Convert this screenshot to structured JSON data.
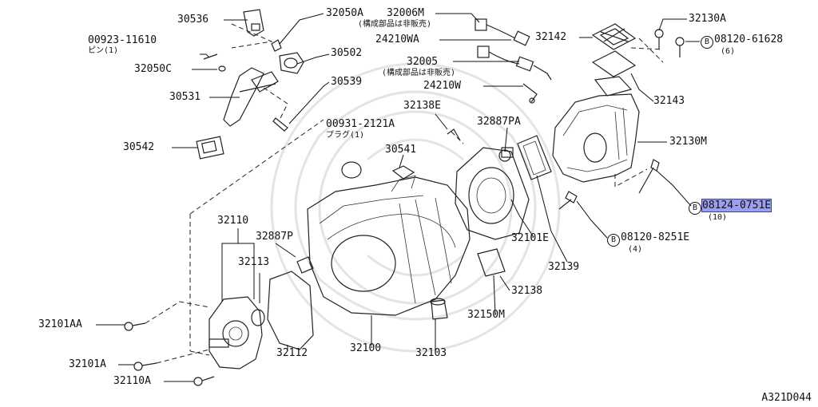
{
  "labels": {
    "p30536": "30536",
    "p32050A": "32050A",
    "p32006M": "32006M",
    "p32006M_note": "(構成部品は非販売)",
    "p00923_11610": "00923-11610",
    "p00923_11610_sub": "ピン(1)",
    "p24210WA": "24210WA",
    "p30502": "30502",
    "p32050C": "32050C",
    "p32005": "32005",
    "p32005_note": "(構成部品は非販売)",
    "p24210W": "24210W",
    "p30531": "30531",
    "p30539": "30539",
    "p32138E": "32138E",
    "p00931_2121A": "00931-2121A",
    "p00931_2121A_sub": "プラグ(1)",
    "p32887PA": "32887PA",
    "p30541": "30541",
    "p30542": "30542",
    "p32130A": "32130A",
    "p32142": "32142",
    "p08120_61628": "08120-61628",
    "p08120_61628_qty": "(6)",
    "p32143": "32143",
    "p32130M": "32130M",
    "p08124_0751E": "08124-0751E",
    "p08124_0751E_qty": "(10)",
    "p08120_8251E": "08120-8251E",
    "p08120_8251E_qty": "(4)",
    "p32101E": "32101E",
    "p32139": "32139",
    "p32110": "32110",
    "p32887P": "32887P",
    "p32113": "32113",
    "p32138": "32138",
    "p32150M": "32150M",
    "p32101AA": "32101AA",
    "p32112": "32112",
    "p32100": "32100",
    "p32103": "32103",
    "p32101A": "32101A",
    "p32110A": "32110A"
  },
  "bolt_symbol": "B",
  "highlight_part": "08124-0751E",
  "highlight_color": "#9aa0ee",
  "diagram_code": "A321D044"
}
